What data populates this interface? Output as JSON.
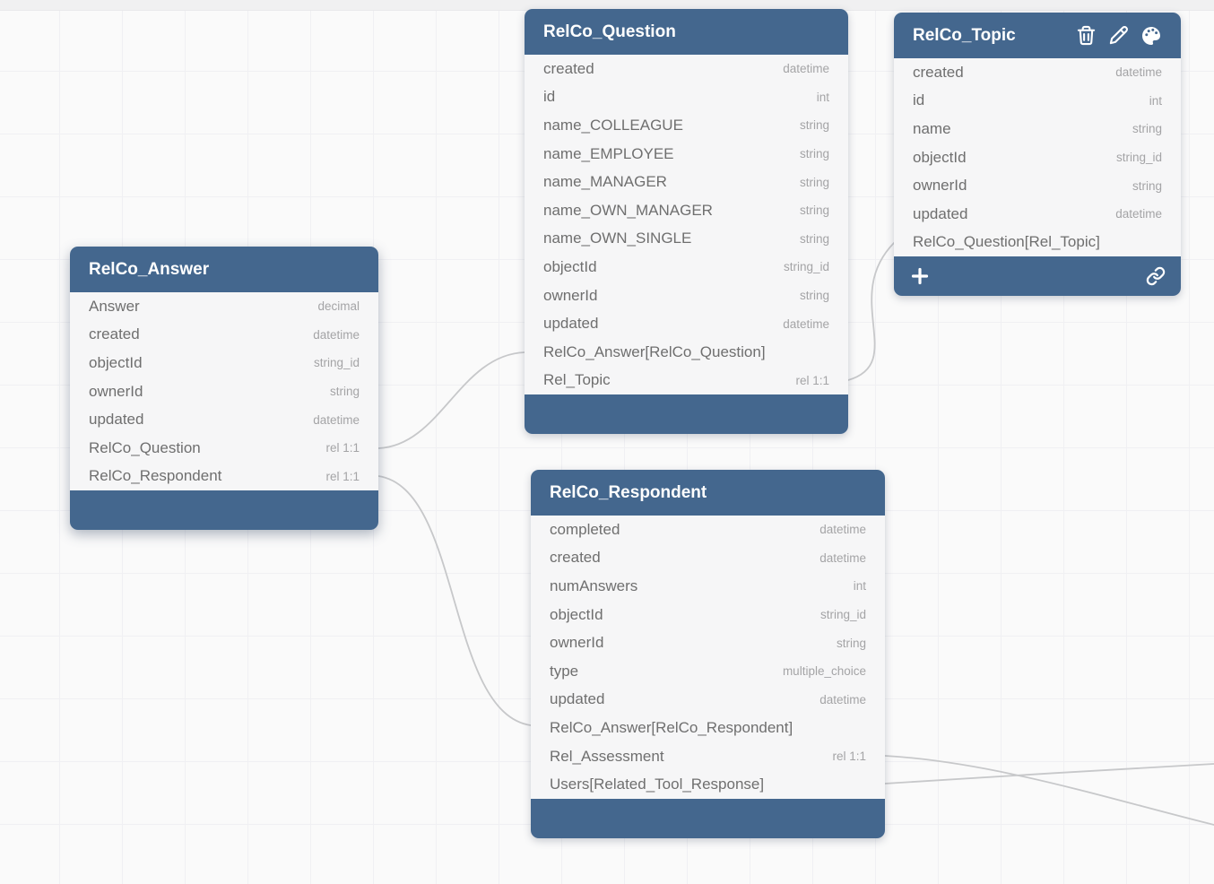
{
  "colors": {
    "canvas_bg": "#fafafa",
    "grid_line": "#f0f0f3",
    "top_bar": "#f0f0f1",
    "header_blue": "#44678e",
    "body_bg": "#f6f6f7",
    "field_text": "#6f6f6f",
    "type_text": "#a4a4a6",
    "relation_line": "#c7c8ca"
  },
  "diagram": {
    "tables": [
      {
        "title": "RelCo_Answer",
        "fields": [
          {
            "name": "Answer",
            "type": "decimal"
          },
          {
            "name": "created",
            "type": "datetime"
          },
          {
            "name": "objectId",
            "type": "string_id"
          },
          {
            "name": "ownerId",
            "type": "string"
          },
          {
            "name": "updated",
            "type": "datetime"
          },
          {
            "name": "RelCo_Question",
            "type": "rel 1:1"
          },
          {
            "name": "RelCo_Respondent",
            "type": "rel 1:1"
          }
        ]
      },
      {
        "title": "RelCo_Question",
        "fields": [
          {
            "name": "created",
            "type": "datetime"
          },
          {
            "name": "id",
            "type": "int"
          },
          {
            "name": "name_COLLEAGUE",
            "type": "string"
          },
          {
            "name": "name_EMPLOYEE",
            "type": "string"
          },
          {
            "name": "name_MANAGER",
            "type": "string"
          },
          {
            "name": "name_OWN_MANAGER",
            "type": "string"
          },
          {
            "name": "name_OWN_SINGLE",
            "type": "string"
          },
          {
            "name": "objectId",
            "type": "string_id"
          },
          {
            "name": "ownerId",
            "type": "string"
          },
          {
            "name": "updated",
            "type": "datetime"
          },
          {
            "name": "RelCo_Answer[RelCo_Question]",
            "type": ""
          },
          {
            "name": "Rel_Topic",
            "type": "rel 1:1"
          }
        ]
      },
      {
        "title": "RelCo_Topic",
        "header_icons": [
          "trash-icon",
          "pencil-icon",
          "palette-icon"
        ],
        "footer_icons": [
          "plus-icon",
          "link-icon"
        ],
        "fields": [
          {
            "name": "created",
            "type": "datetime"
          },
          {
            "name": "id",
            "type": "int"
          },
          {
            "name": "name",
            "type": "string"
          },
          {
            "name": "objectId",
            "type": "string_id"
          },
          {
            "name": "ownerId",
            "type": "string"
          },
          {
            "name": "updated",
            "type": "datetime"
          },
          {
            "name": "RelCo_Question[Rel_Topic]",
            "type": ""
          }
        ]
      },
      {
        "title": "RelCo_Respondent",
        "fields": [
          {
            "name": "completed",
            "type": "datetime"
          },
          {
            "name": "created",
            "type": "datetime"
          },
          {
            "name": "numAnswers",
            "type": "int"
          },
          {
            "name": "objectId",
            "type": "string_id"
          },
          {
            "name": "ownerId",
            "type": "string"
          },
          {
            "name": "type",
            "type": "multiple_choice"
          },
          {
            "name": "updated",
            "type": "datetime"
          },
          {
            "name": "RelCo_Answer[RelCo_Respondent]",
            "type": ""
          },
          {
            "name": "Rel_Assessment",
            "type": "rel 1:1"
          },
          {
            "name": "Users[Related_Tool_Response]",
            "type": ""
          }
        ]
      }
    ],
    "relations": [
      {
        "from": "RelCo_Answer.RelCo_Question",
        "to": "RelCo_Question.RelCo_Answer[RelCo_Question]"
      },
      {
        "from": "RelCo_Answer.RelCo_Respondent",
        "to": "RelCo_Respondent.RelCo_Answer[RelCo_Respondent]"
      },
      {
        "from": "RelCo_Question.Rel_Topic",
        "to": "RelCo_Topic.RelCo_Question[Rel_Topic]"
      },
      {
        "from": "RelCo_Respondent.Rel_Assessment",
        "to": "offscreen-right"
      },
      {
        "from": "RelCo_Respondent.Users[Related_Tool_Response]",
        "to": "offscreen-right"
      }
    ]
  }
}
